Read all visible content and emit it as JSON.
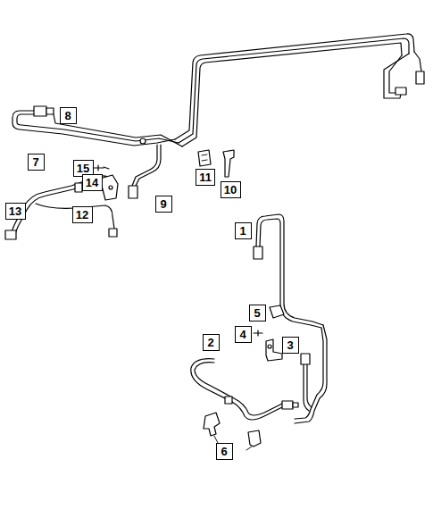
{
  "diagram": {
    "nodes": [
      {
        "text": [
          "8"
        ]
      },
      {
        "text": [
          "7"
        ]
      },
      {
        "text": [
          "15"
        ]
      },
      {
        "text": [
          "14"
        ]
      },
      {
        "text": [
          "13"
        ]
      },
      {
        "text": [
          "12"
        ]
      },
      {
        "text": [
          "11"
        ]
      },
      {
        "text": [
          "10"
        ]
      },
      {
        "text": [
          "9"
        ]
      },
      {
        "text": [
          "1"
        ]
      },
      {
        "text": [
          "5"
        ]
      },
      {
        "text": [
          "4"
        ]
      },
      {
        "text": [
          "3"
        ]
      },
      {
        "text": [
          "2"
        ]
      },
      {
        "text": [
          "6"
        ]
      }
    ]
  }
}
